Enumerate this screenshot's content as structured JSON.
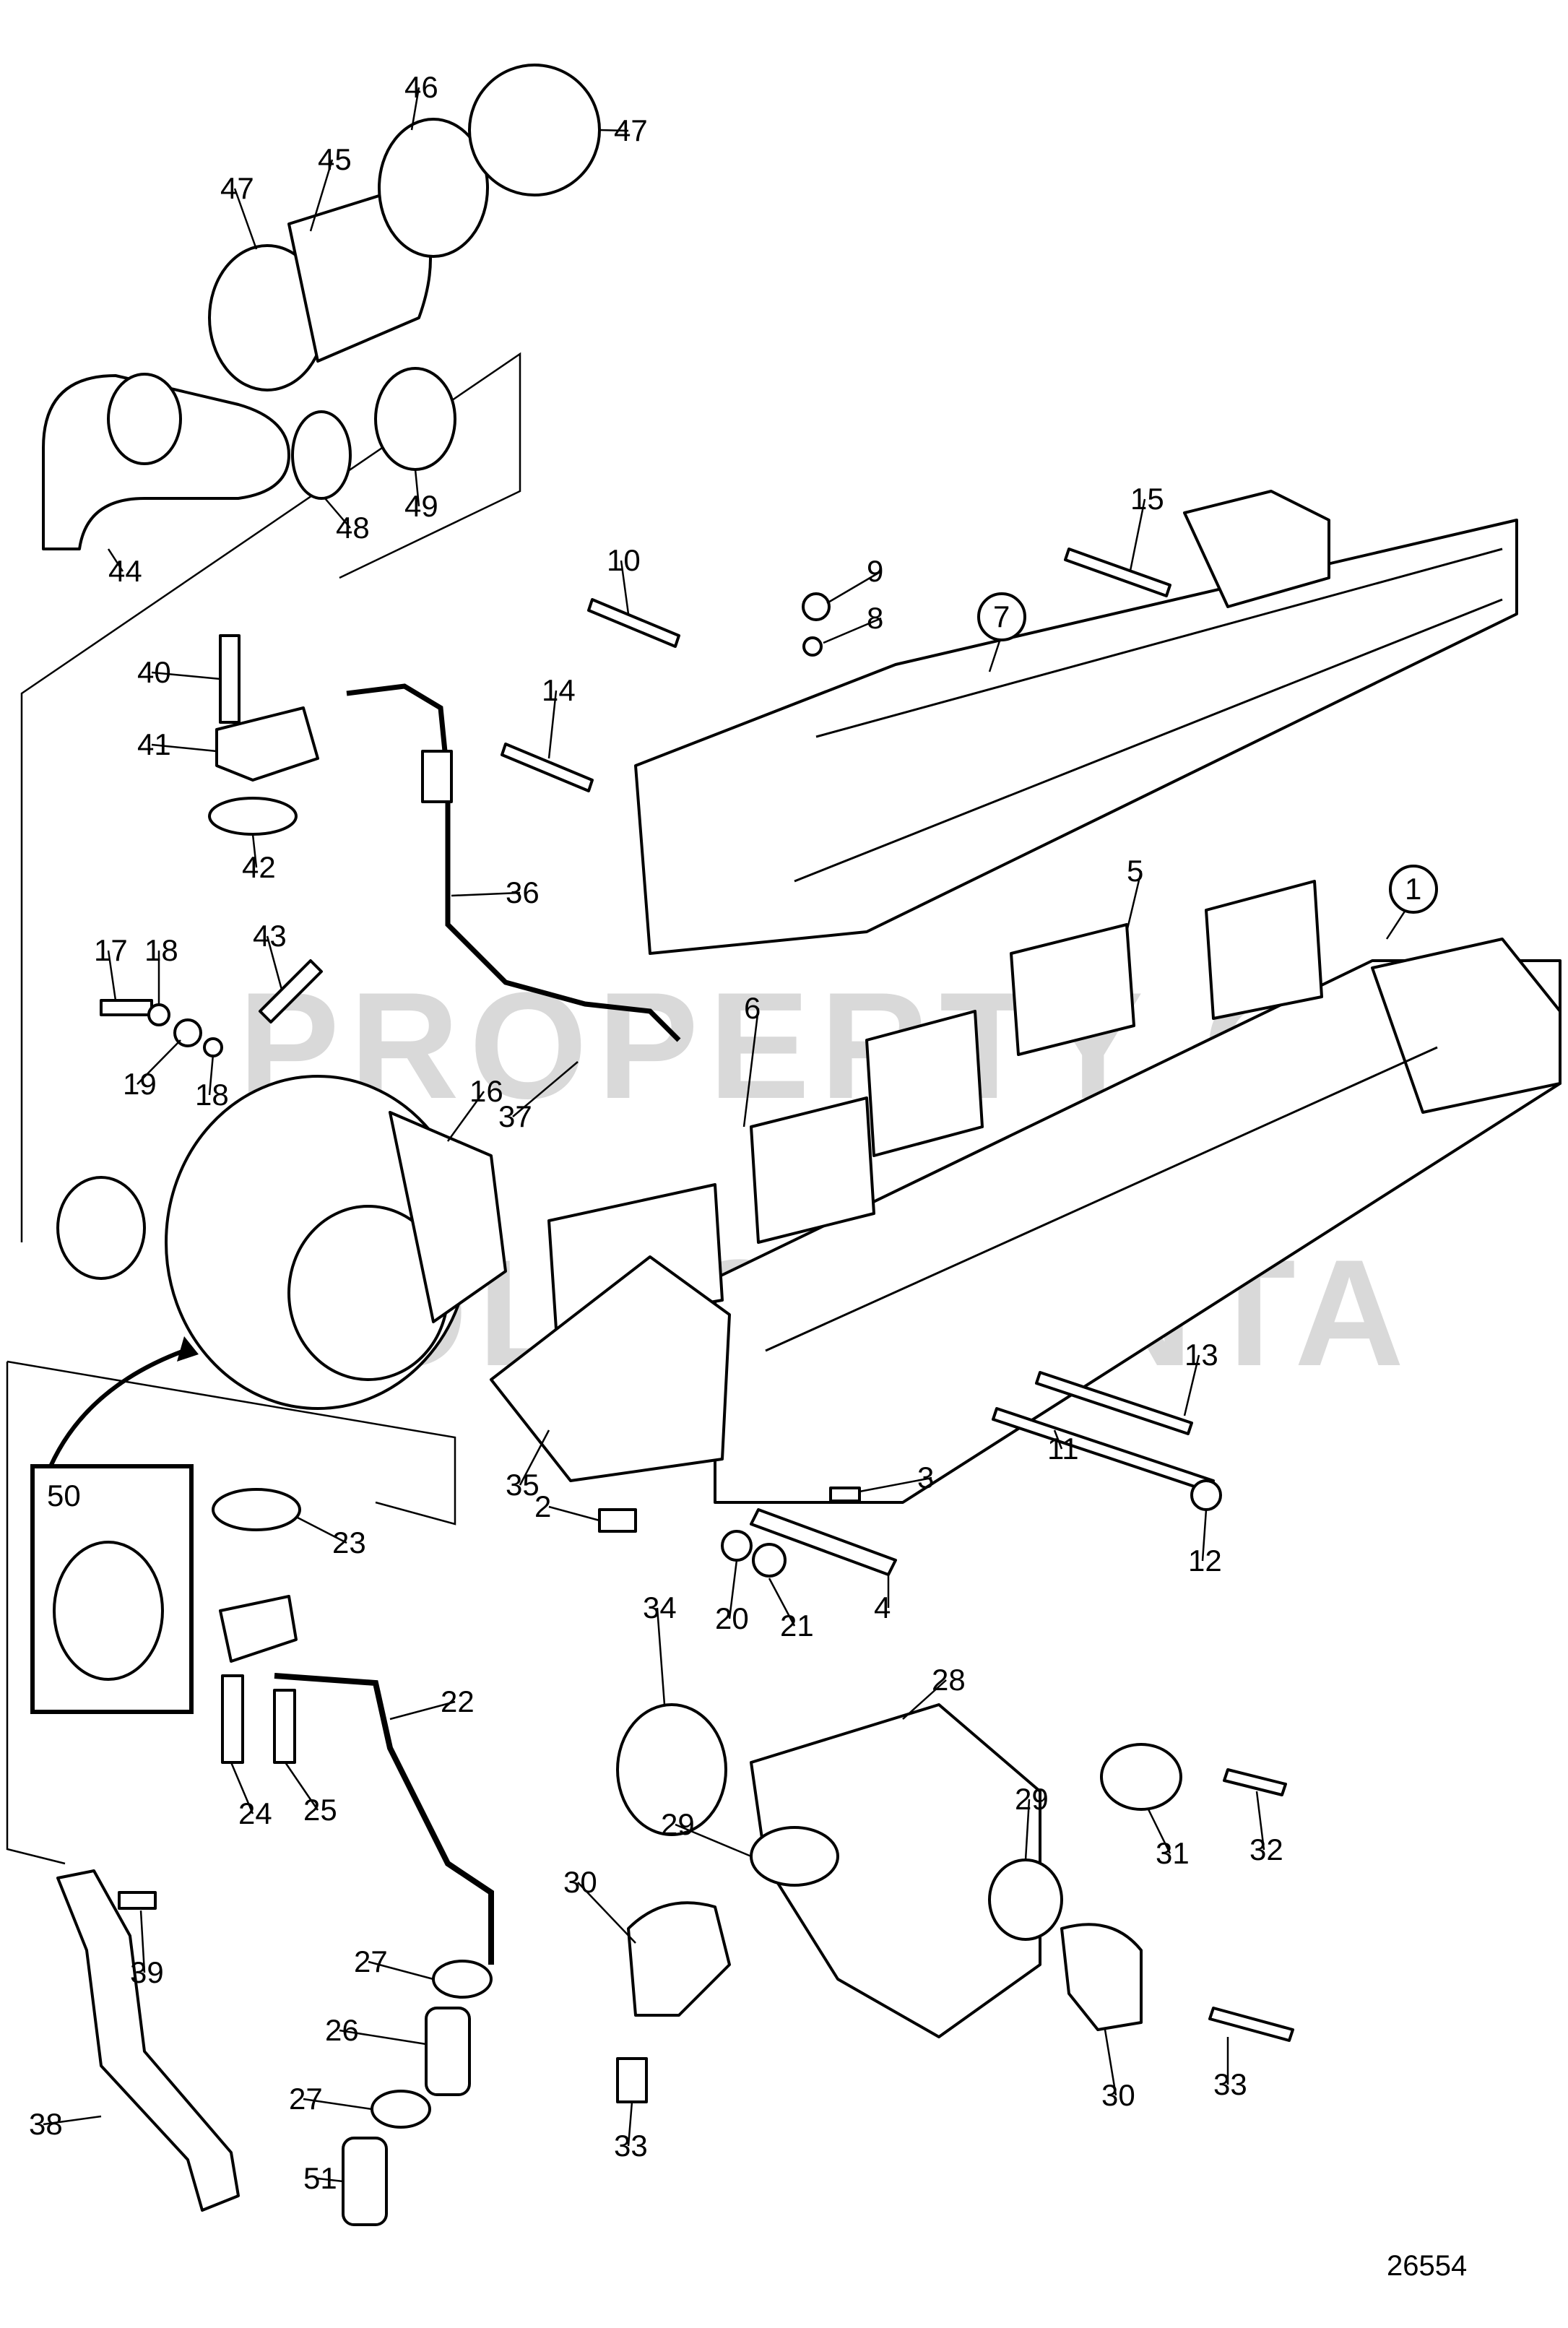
{
  "diagram": {
    "drawing_number": "26554",
    "watermark": [
      "PROPERTY OF",
      "VOLVO PENTA"
    ],
    "callouts": [
      {
        "id": "c1",
        "text": "1",
        "circled": true
      },
      {
        "id": "c2",
        "text": "2"
      },
      {
        "id": "c3",
        "text": "3"
      },
      {
        "id": "c4",
        "text": "4"
      },
      {
        "id": "c5",
        "text": "5"
      },
      {
        "id": "c6",
        "text": "6"
      },
      {
        "id": "c7",
        "text": "7",
        "circled": true
      },
      {
        "id": "c8",
        "text": "8"
      },
      {
        "id": "c9",
        "text": "9"
      },
      {
        "id": "c10",
        "text": "10"
      },
      {
        "id": "c11",
        "text": "11"
      },
      {
        "id": "c12",
        "text": "12"
      },
      {
        "id": "c13",
        "text": "13"
      },
      {
        "id": "c14",
        "text": "14"
      },
      {
        "id": "c15",
        "text": "15"
      },
      {
        "id": "c16",
        "text": "16"
      },
      {
        "id": "c17",
        "text": "17"
      },
      {
        "id": "c18a",
        "text": "18"
      },
      {
        "id": "c18b",
        "text": "18"
      },
      {
        "id": "c19",
        "text": "19"
      },
      {
        "id": "c20",
        "text": "20"
      },
      {
        "id": "c21",
        "text": "21"
      },
      {
        "id": "c22",
        "text": "22"
      },
      {
        "id": "c23",
        "text": "23"
      },
      {
        "id": "c24",
        "text": "24"
      },
      {
        "id": "c25",
        "text": "25"
      },
      {
        "id": "c26",
        "text": "26"
      },
      {
        "id": "c27a",
        "text": "27"
      },
      {
        "id": "c27b",
        "text": "27"
      },
      {
        "id": "c28",
        "text": "28"
      },
      {
        "id": "c29a",
        "text": "29"
      },
      {
        "id": "c29b",
        "text": "29"
      },
      {
        "id": "c30a",
        "text": "30"
      },
      {
        "id": "c30b",
        "text": "30"
      },
      {
        "id": "c31",
        "text": "31"
      },
      {
        "id": "c32",
        "text": "32"
      },
      {
        "id": "c33a",
        "text": "33"
      },
      {
        "id": "c33b",
        "text": "33"
      },
      {
        "id": "c34",
        "text": "34"
      },
      {
        "id": "c35",
        "text": "35"
      },
      {
        "id": "c36",
        "text": "36"
      },
      {
        "id": "c37",
        "text": "37"
      },
      {
        "id": "c38",
        "text": "38"
      },
      {
        "id": "c39",
        "text": "39"
      },
      {
        "id": "c40",
        "text": "40"
      },
      {
        "id": "c41",
        "text": "41"
      },
      {
        "id": "c42",
        "text": "42"
      },
      {
        "id": "c43",
        "text": "43"
      },
      {
        "id": "c44",
        "text": "44"
      },
      {
        "id": "c45",
        "text": "45"
      },
      {
        "id": "c46",
        "text": "46"
      },
      {
        "id": "c47a",
        "text": "47"
      },
      {
        "id": "c47b",
        "text": "47"
      },
      {
        "id": "c48",
        "text": "48"
      },
      {
        "id": "c49",
        "text": "49"
      },
      {
        "id": "c50",
        "text": "50"
      },
      {
        "id": "c51",
        "text": "51"
      }
    ]
  }
}
